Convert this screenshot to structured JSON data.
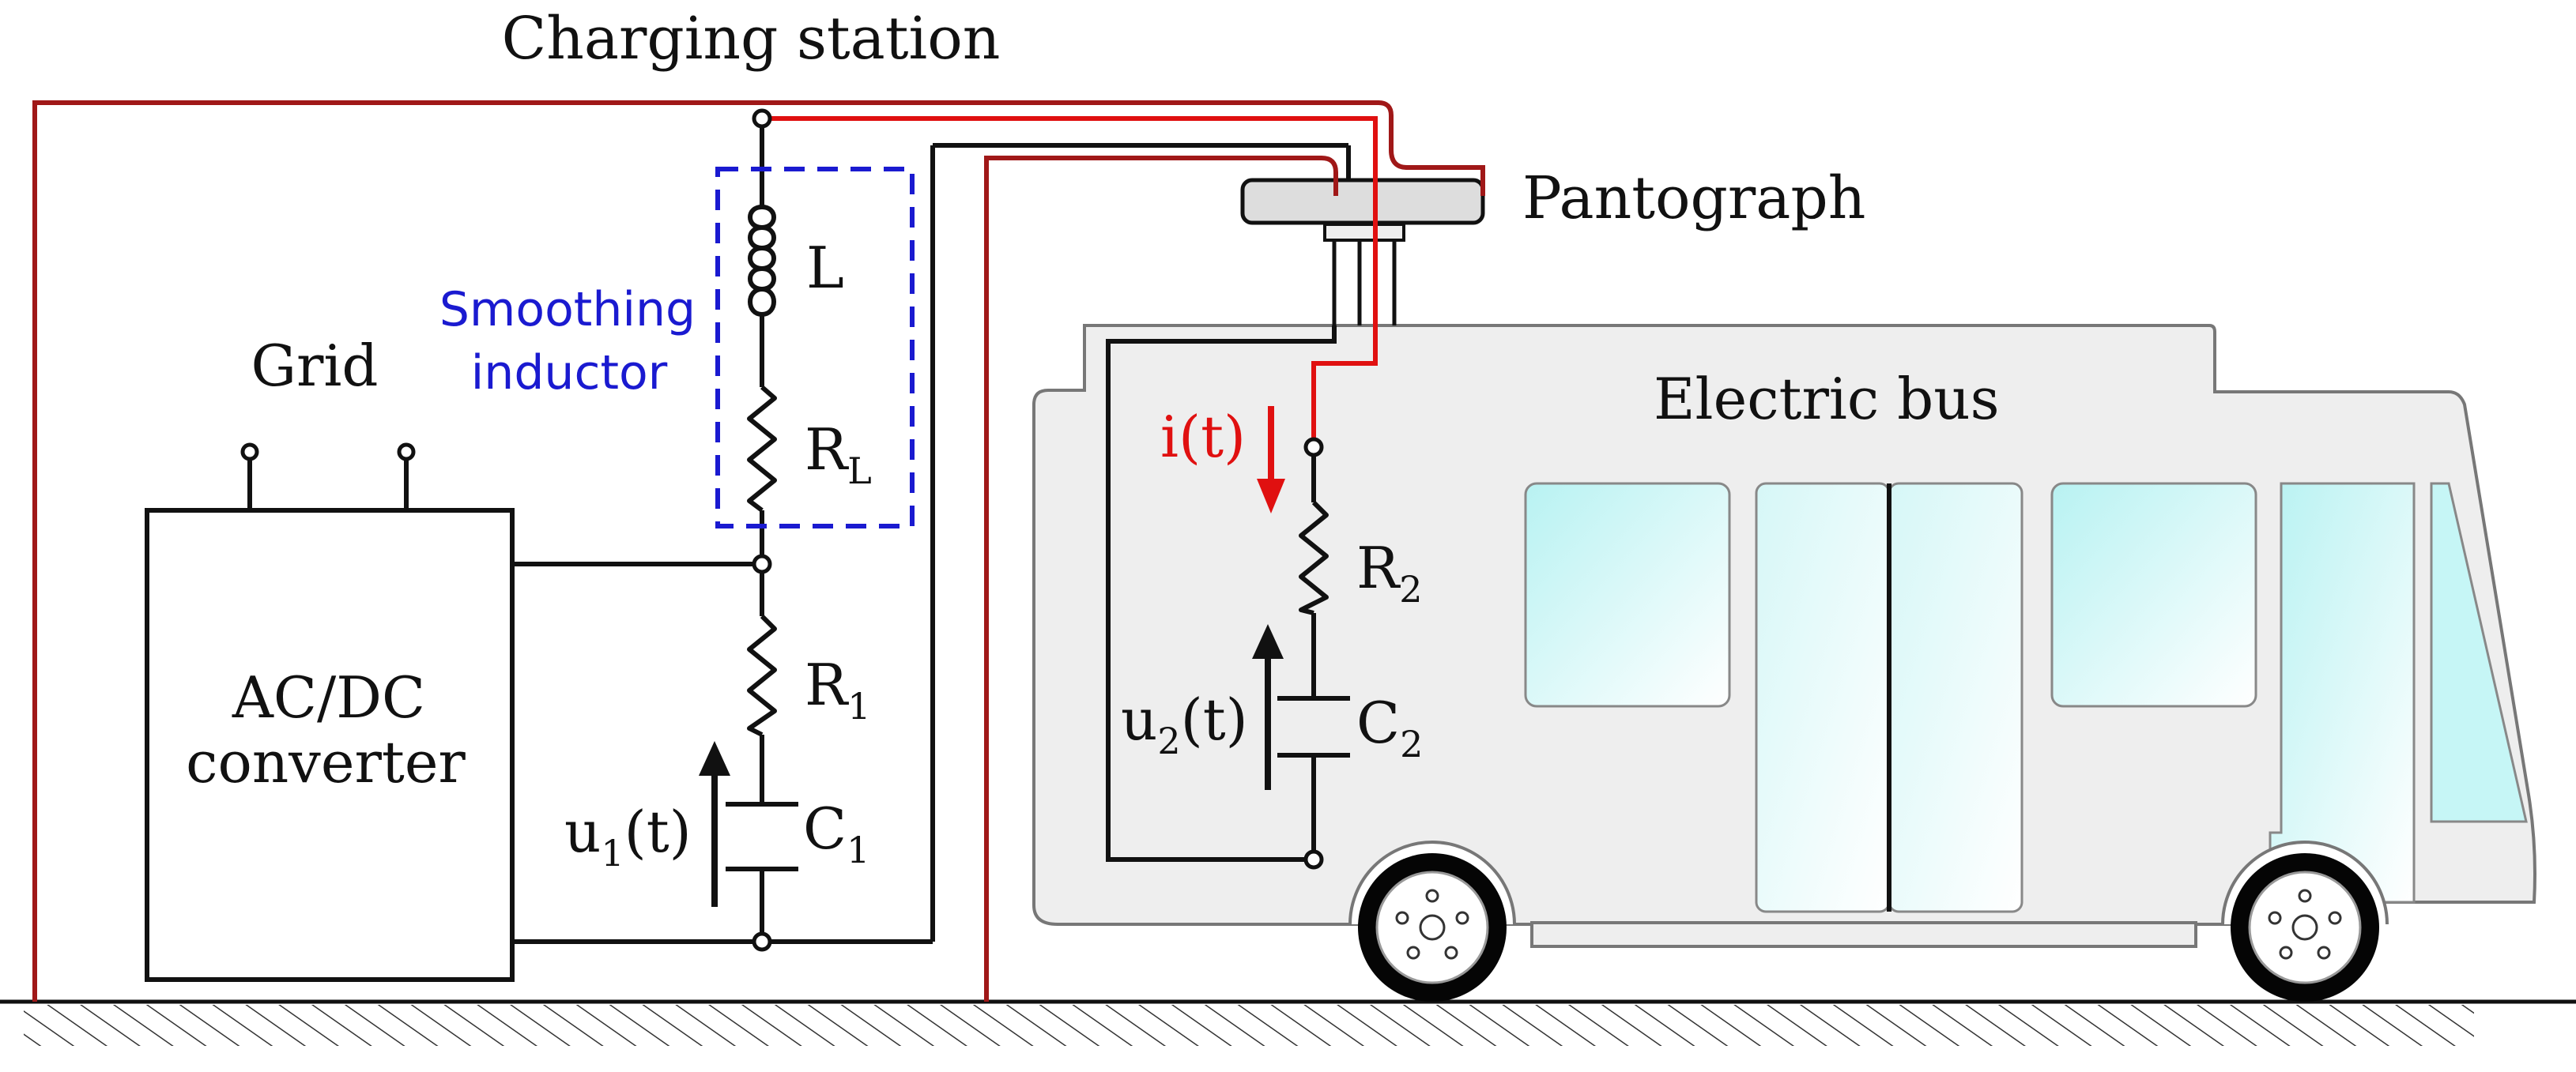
{
  "labels": {
    "title": "Charging station",
    "pantograph": "Pantograph",
    "electric_bus": "Electric bus",
    "grid": "Grid",
    "converter_line1": "AC/DC",
    "converter_line2": "converter",
    "smoothing_line1": "Smoothing",
    "smoothing_line2": "inductor",
    "inductor": "L",
    "rl_main": "R",
    "rl_sub": "L",
    "r1_main": "R",
    "r1_sub": "1",
    "c1_main": "C",
    "c1_sub": "1",
    "u1_pre": "u",
    "u1_sub": "1",
    "u1_post": "(t)",
    "r2_main": "R",
    "r2_sub": "2",
    "c2_main": "C",
    "c2_sub": "2",
    "u2_pre": "u",
    "u2_sub": "2",
    "u2_post": "(t)",
    "current": "i(t)"
  },
  "colors": {
    "wire": "#111111",
    "positive_line": "#e01010",
    "return_line": "#a01818",
    "smoothing_box": "#1a1ad0",
    "bus_body": "#eeeeee",
    "bus_outline": "#777777",
    "window": "#c6f6f6"
  }
}
